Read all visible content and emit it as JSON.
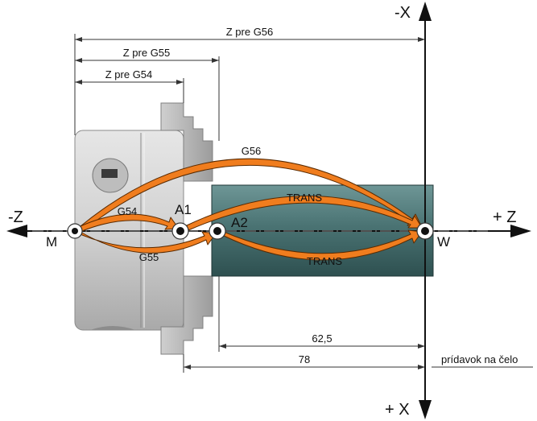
{
  "axes": {
    "x_neg": "-X",
    "x_pos": "+ X",
    "z_neg": "-Z",
    "z_pos": "+ Z"
  },
  "dimensions": {
    "g56": "Z pre G56",
    "g55": "Z pre G55",
    "g54": "Z pre G54",
    "d62": "62,5",
    "d78": "78",
    "face_allowance": "prídavok na čelo"
  },
  "points": {
    "M": "M",
    "A1": "A1",
    "A2": "A2",
    "W": "W"
  },
  "arrows": {
    "g54": "G54",
    "g55": "G55",
    "g56": "G56",
    "trans_top": "TRANS",
    "trans_bottom": "TRANS"
  },
  "colors": {
    "arrow_fill": "#f07d1e",
    "workpiece": "#4f7a7a",
    "chuck": "#d9d9d9",
    "axis": "#111111"
  }
}
